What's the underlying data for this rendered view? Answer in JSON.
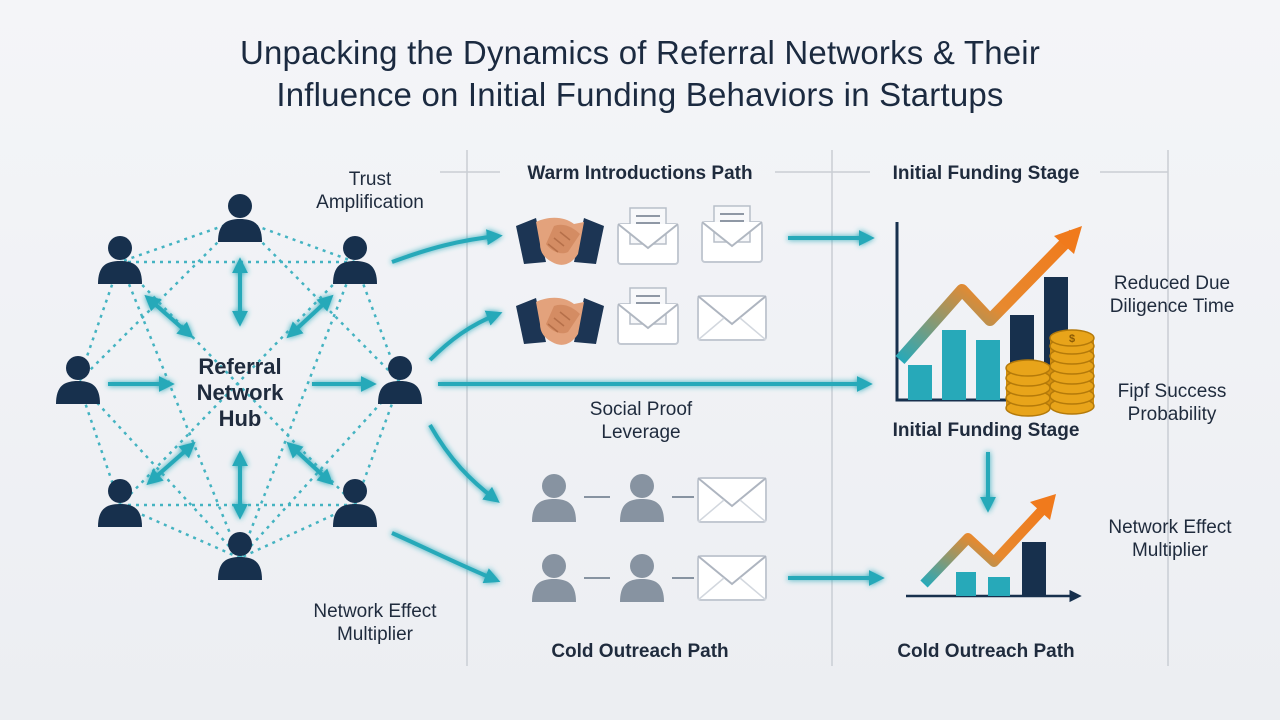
{
  "title": {
    "line1": "Unpacking the Dynamics of Referral Networks & Their",
    "line2": "Influence on Initial Funding Behaviors in Startups"
  },
  "hub": {
    "line1": "Referral",
    "line2": "Network",
    "line3": "Hub"
  },
  "labels": {
    "trust_1": "Trust",
    "trust_2": "Amplification",
    "network_left_1": "Network Effect",
    "network_left_2": "Multiplier",
    "warm_path": "Warm Introductions Path",
    "social_1": "Social Proof",
    "social_2": "Leverage",
    "cold_path_mid": "Cold Outreach Path",
    "funding_top": "Initial Funding Stage",
    "funding_mid": "Initial Funding Stage",
    "cold_path_right": "Cold Outreach Path",
    "reduced_1": "Reduced Due",
    "reduced_2": "Diligence Time",
    "fipf_1": "Fipf Success",
    "fipf_2": "Probability",
    "network_right_1": "Network Effect",
    "network_right_2": "Multiplier"
  },
  "icons": {
    "person": "person-icon",
    "handshake": "handshake-icon",
    "envelope": "envelope-icon",
    "coins": "coin-stack-icon",
    "chart": "growth-chart-icon"
  },
  "colors": {
    "navy": "#17304d",
    "teal": "#27a9b9",
    "orange": "#ee7d24",
    "gray_person": "#8793a1",
    "gold": "#e8a41a"
  }
}
